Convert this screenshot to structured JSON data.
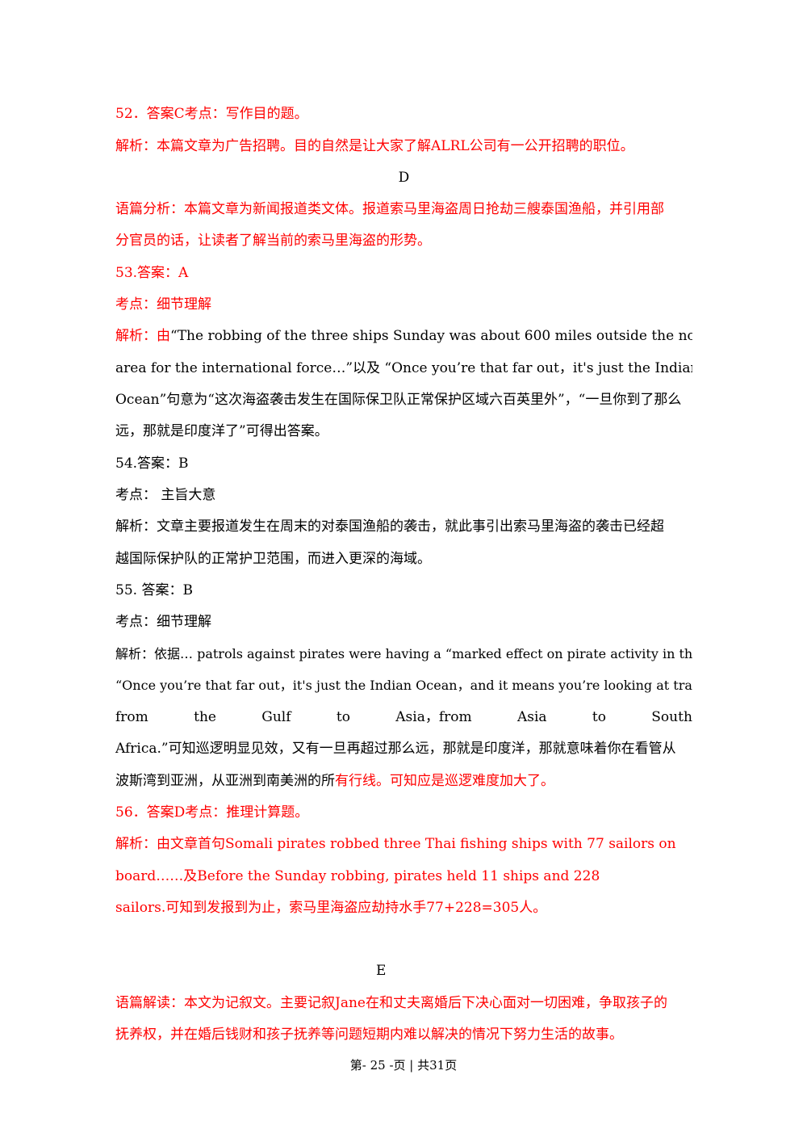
{
  "lines": {
    "l1": "52．答案C考点：写作目的题。",
    "l2": "解析：本篇文章为广告招聘。目的自然是让大家了解ALRL公司有一公开招聘的职位。",
    "l3": "D",
    "l4": "语篇分析：本篇文章为新闻报道类文体。报道索马里海盗周日抢劫三艘泰国渔船，并引用部",
    "l5": "分官员的话，让读者了解当前的索马里海盗的形势。",
    "l6": "53.答案：A",
    "l7": "考点：细节理解",
    "l8a": "解析：由",
    "l8b": "“The robbing of the three ships Sunday was about 600 miles outside the normal operation",
    "l9": "area for the international force…”以及 “Once you’re that far out，it's just the Indian",
    "l10": "Ocean”句意为“这次海盗袭击发生在国际保卫队正常保护区域六百英里外”，“一旦你到了那么",
    "l11": "远，那就是印度洋了”可得出答案。",
    "l12": "54.答案：B",
    "l13": "考点： 主旨大意",
    "l14": "解析：文章主要报道发生在周末的对泰国渔船的袭击，就此事引出索马里海盗的袭击已经超",
    "l15": "越国际保护队的正常护卫范围，而进入更深的海域。",
    "l16": "55. 答案：B",
    "l17": "考点：细节理解",
    "l18": "解析：依据… patrols against pirates were having a “marked effect on pirate activity in the area”及",
    "l19": "“Once you’re that far out，it's just the Indian Ocean，and it means you’re looking at trade going",
    "l20_words": [
      "from",
      "the",
      "Gulf",
      "to",
      "Asia，from",
      "Asia",
      "to",
      "South"
    ],
    "l21": "Africa.”可知巡逻明显见效，又有一旦再超过那么远，那就是印度洋，那就意味着你在看管从",
    "l22a": "波斯湾到亚洲，从亚洲到南美洲的所",
    "l22b": "有行线。可知应是巡逻难度加大了。",
    "l23": "56．答案D考点：推理计算题。",
    "l24": "解析：由文章首句Somali pirates robbed three Thai fishing ships with 77 sailors on",
    "l25": "board……及Before the Sunday robbing, pirates held 11 ships and 228",
    "l26": "sailors.可知到发报到为止，索马里海盗应劫持水手77+228=305人。",
    "l27": "E",
    "l28": "语篇解读：本文为记叙文。主要记叙Jane在和丈夫离婚后下决心面对一切困难，争取孩子的",
    "l29": "抚养权，并在婚后钱财和孩子抚养等问题短期内难以解决的情况下努力生活的故事。"
  },
  "footer": {
    "text": "第- 25 -页 | 共31页"
  },
  "colors": {
    "red": "#ff0000",
    "black": "#000000"
  }
}
